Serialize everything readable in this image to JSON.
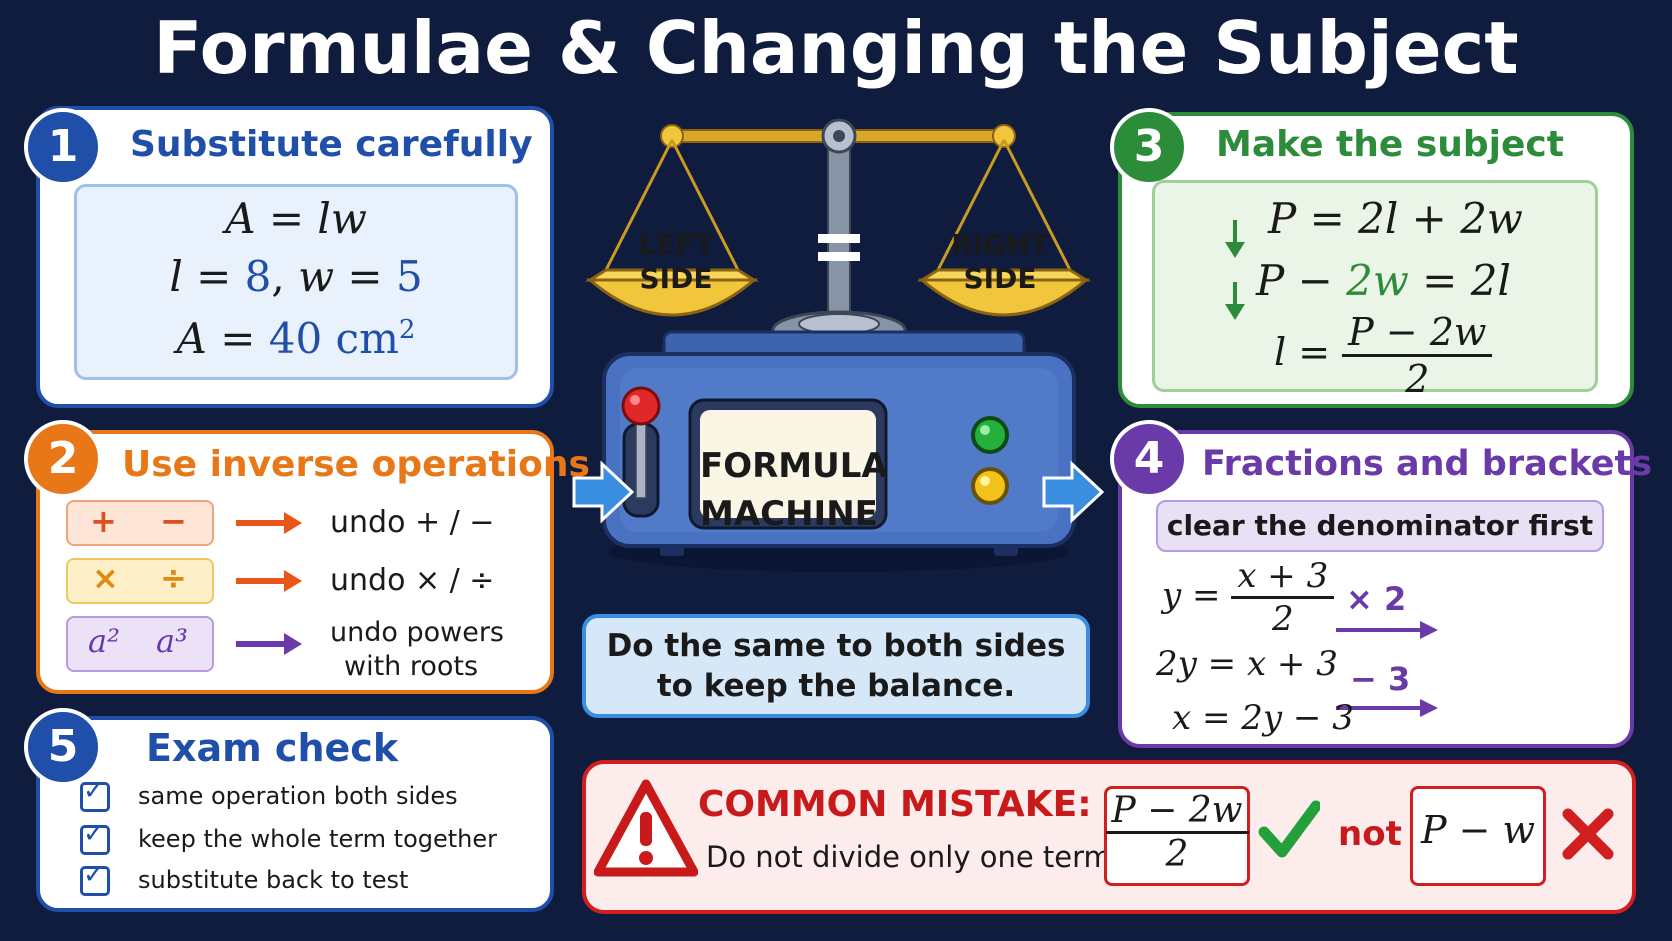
{
  "title": "Formulae & Changing the Subject",
  "colors": {
    "background": "#0f1c3d",
    "blue": "#1f4fa8",
    "orange": "#e87817",
    "green": "#2d8c3a",
    "purple": "#6a3aa8",
    "red": "#d11f1f"
  },
  "card1": {
    "number": "1",
    "title": "Substitute carefully",
    "formula": "A = lw",
    "sub_l_label": "l = ",
    "sub_l_value": "8",
    "sub_sep": ", ",
    "sub_w_label": "w = ",
    "sub_w_value": "5",
    "result_label": "A = ",
    "result_value": "40 cm",
    "result_power": "2"
  },
  "card2": {
    "number": "2",
    "title": "Use inverse operations",
    "rows": [
      {
        "left": "+",
        "right": "−",
        "text": "undo + / −"
      },
      {
        "left": "×",
        "right": "÷",
        "text": "undo × / ÷"
      },
      {
        "left": "a²",
        "right": "a³",
        "text_line1": "undo powers",
        "text_line2": "with roots"
      }
    ]
  },
  "card3": {
    "number": "3",
    "title": "Make the subject",
    "line1": "P = 2l + 2w",
    "line2_a": "P − ",
    "line2_b": "2w",
    "line2_c": " = 2l",
    "line3_lhs": "l = ",
    "line3_num": "P − 2w",
    "line3_den": "2"
  },
  "card4": {
    "number": "4",
    "title": "Fractions and brackets",
    "tip": "clear the denominator first",
    "line1_lhs": "y = ",
    "line1_num": "x + 3",
    "line1_den": "2",
    "step1": "× 2",
    "line2": "2y = x + 3",
    "step2": "− 3",
    "line3": "x = 2y − 3"
  },
  "card5": {
    "number": "5",
    "title": "Exam check",
    "items": [
      "same operation both sides",
      "keep the whole term together",
      "substitute back to test"
    ]
  },
  "machine": {
    "left_pan": [
      "LEFT",
      "SIDE"
    ],
    "right_pan": [
      "RIGHT",
      "SIDE"
    ],
    "screen": [
      "FORMULA",
      "MACHINE"
    ],
    "caption_line1": "Do the same to both sides",
    "caption_line2": "to keep the balance."
  },
  "mistake": {
    "heading": "COMMON MISTAKE:",
    "text": "Do not divide only one term:",
    "right_num": "P − 2w",
    "right_den": "2",
    "not_label": "not",
    "wrong": "P − w"
  }
}
